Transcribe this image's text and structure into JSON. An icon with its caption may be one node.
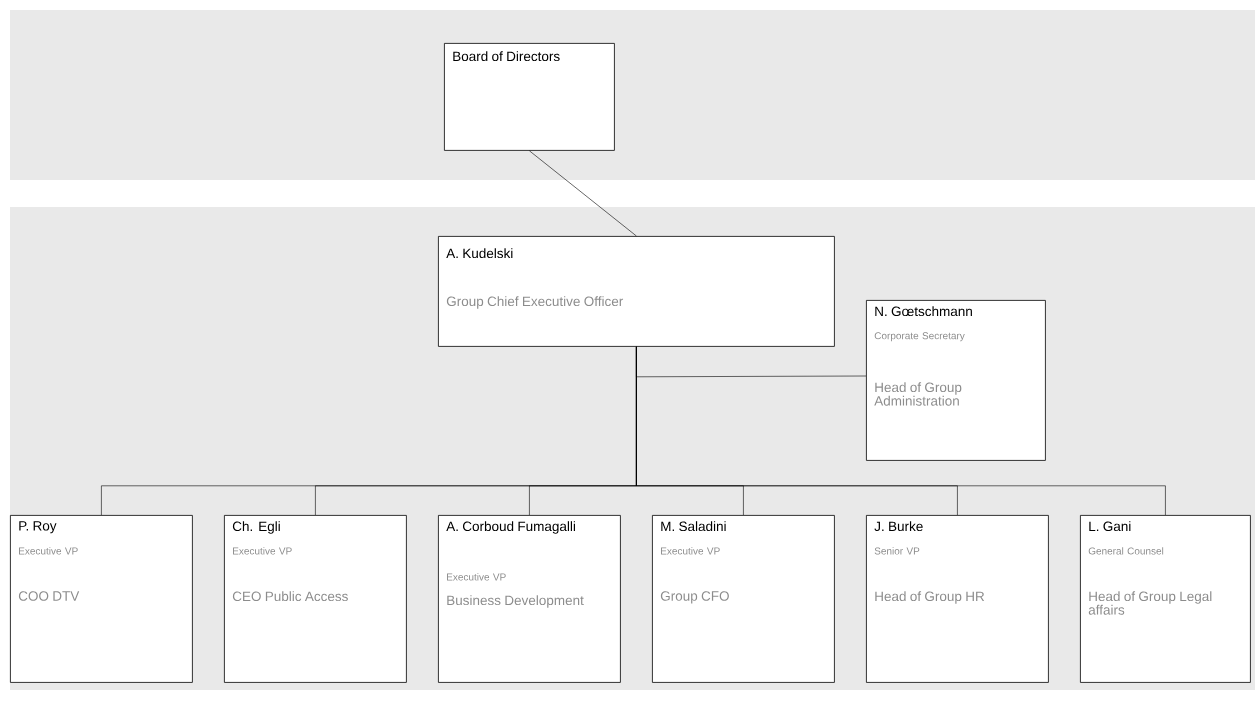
{
  "diagram": {
    "nodes": [
      {
        "text": [
          "Board of Directors"
        ]
      },
      {
        "text": [
          "A. Kudelski",
          "Group Chief Executive Officer"
        ]
      },
      {
        "text": [
          "N. Gœtschmann",
          "Corporate Secretary",
          "Head of Group Administration"
        ]
      },
      {
        "text": [
          "P. Roy",
          "Executive VP",
          "COO DTV"
        ]
      },
      {
        "text": [
          "Ch. Egli",
          "Executive VP",
          "CEO Public Access"
        ]
      },
      {
        "text": [
          "A. Corboud Fumagalli",
          "Executive VP",
          "Business Development"
        ]
      },
      {
        "text": [
          "M. Saladini",
          "Executive VP",
          "Group CFO"
        ]
      },
      {
        "text": [
          "J. Burke",
          "Senior VP",
          "Head of Group HR"
        ]
      },
      {
        "text": [
          "L. Gani",
          "General Counsel",
          "Head of Group Legal affairs"
        ]
      }
    ],
    "edges": [
      {
        "from": 0,
        "to": 1,
        "arrow": "none"
      },
      {
        "from": 1,
        "to": 2,
        "arrow": "none"
      },
      {
        "from": 1,
        "to": 3,
        "arrow": "none"
      },
      {
        "from": 1,
        "to": 4,
        "arrow": "none"
      },
      {
        "from": 1,
        "to": 5,
        "arrow": "none"
      },
      {
        "from": 1,
        "to": 6,
        "arrow": "none"
      },
      {
        "from": 1,
        "to": 7,
        "arrow": "none"
      },
      {
        "from": 1,
        "to": 8,
        "arrow": "none"
      }
    ]
  }
}
